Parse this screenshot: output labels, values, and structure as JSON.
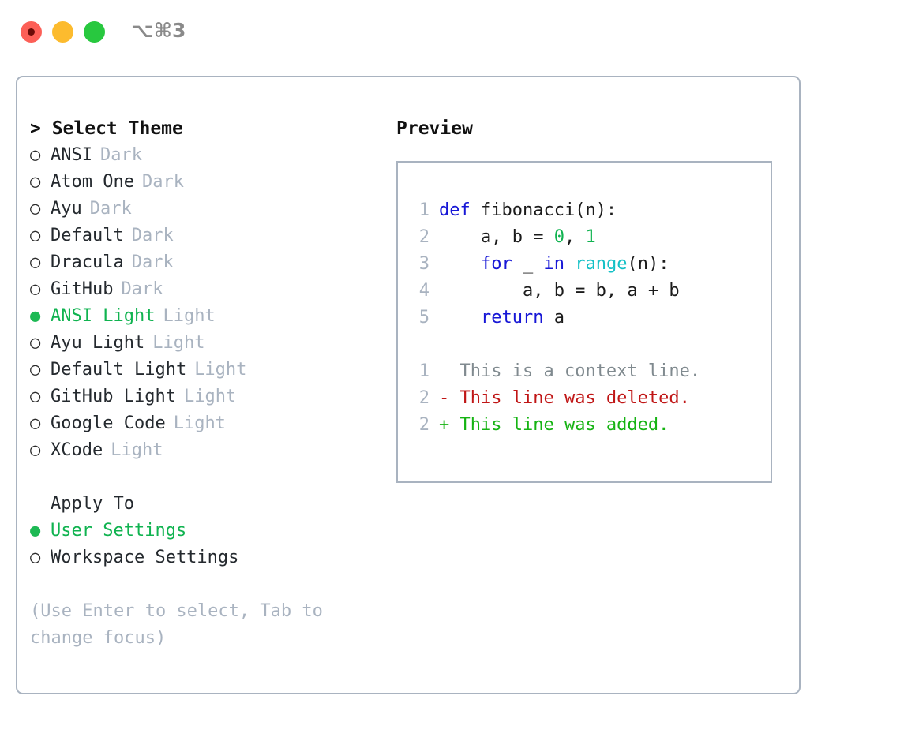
{
  "window": {
    "title": "⌥⌘3",
    "traffic_lights": [
      {
        "name": "close",
        "color": "#fc5f57"
      },
      {
        "name": "minimize",
        "color": "#fcbb2e"
      },
      {
        "name": "maximize",
        "color": "#28c83f"
      }
    ]
  },
  "theme_panel": {
    "heading": "> Select Theme",
    "bullet_unselected": "○",
    "bullet_selected": "●",
    "items": [
      {
        "bullet": "○",
        "name": "ANSI",
        "suffix": "Dark",
        "selected": false
      },
      {
        "bullet": "○",
        "name": "Atom One",
        "suffix": "Dark",
        "selected": false
      },
      {
        "bullet": "○",
        "name": "Ayu",
        "suffix": "Dark",
        "selected": false
      },
      {
        "bullet": "○",
        "name": "Default",
        "suffix": "Dark",
        "selected": false
      },
      {
        "bullet": "○",
        "name": "Dracula",
        "suffix": "Dark",
        "selected": false
      },
      {
        "bullet": "○",
        "name": "GitHub",
        "suffix": "Dark",
        "selected": false
      },
      {
        "bullet": "●",
        "name": "ANSI Light",
        "suffix": "Light",
        "selected": true
      },
      {
        "bullet": "○",
        "name": "Ayu Light",
        "suffix": "Light",
        "selected": false
      },
      {
        "bullet": "○",
        "name": "Default Light",
        "suffix": "Light",
        "selected": false
      },
      {
        "bullet": "○",
        "name": "GitHub Light",
        "suffix": "Light",
        "selected": false
      },
      {
        "bullet": "○",
        "name": "Google Code",
        "suffix": "Light",
        "selected": false
      },
      {
        "bullet": "○",
        "name": "XCode",
        "suffix": "Light",
        "selected": false
      }
    ]
  },
  "apply_to": {
    "label": "Apply To",
    "items": [
      {
        "bullet": "●",
        "name": "User Settings",
        "selected": true
      },
      {
        "bullet": "○",
        "name": "Workspace Settings",
        "selected": false
      }
    ]
  },
  "hint": "(Use Enter to select, Tab to change focus)",
  "preview_panel": {
    "heading": "Preview",
    "code_lines": [
      {
        "no": "1",
        "segments": [
          {
            "text": "def",
            "tok": "tok-kw"
          },
          {
            "text": " fibonacci(n):",
            "tok": "tok-plain"
          }
        ]
      },
      {
        "no": "2",
        "segments": [
          {
            "text": "    a, b = ",
            "tok": "tok-plain"
          },
          {
            "text": "0",
            "tok": "tok-num"
          },
          {
            "text": ", ",
            "tok": "tok-plain"
          },
          {
            "text": "1",
            "tok": "tok-num"
          }
        ]
      },
      {
        "no": "3",
        "segments": [
          {
            "text": "    ",
            "tok": "tok-plain"
          },
          {
            "text": "for",
            "tok": "tok-kw"
          },
          {
            "text": " _ ",
            "tok": "tok-plain"
          },
          {
            "text": "in",
            "tok": "tok-kw"
          },
          {
            "text": " ",
            "tok": "tok-plain"
          },
          {
            "text": "range",
            "tok": "tok-fn"
          },
          {
            "text": "(n):",
            "tok": "tok-plain"
          }
        ]
      },
      {
        "no": "4",
        "segments": [
          {
            "text": "        a, b = b, a + b",
            "tok": "tok-plain"
          }
        ]
      },
      {
        "no": "5",
        "segments": [
          {
            "text": "    ",
            "tok": "tok-plain"
          },
          {
            "text": "return",
            "tok": "tok-kw"
          },
          {
            "text": " a",
            "tok": "tok-plain"
          }
        ]
      }
    ],
    "diff_lines": [
      {
        "no": "1",
        "marker": " ",
        "text": "This is a context line.",
        "tok": "tok-ctx"
      },
      {
        "no": "2",
        "marker": "-",
        "text": "This line was deleted.",
        "tok": "tok-del"
      },
      {
        "no": "2",
        "marker": "+",
        "text": "This line was added.",
        "tok": "tok-add"
      }
    ]
  },
  "colors": {
    "accent_green": "#10b350",
    "muted_gray": "#a9b3c0",
    "keyword_blue": "#1717d6",
    "function_cyan": "#12c0c6",
    "number_green": "#10b350",
    "diff_deleted_red": "#c01616",
    "diff_added_green": "#15b312",
    "border": "#a9b3c0"
  }
}
